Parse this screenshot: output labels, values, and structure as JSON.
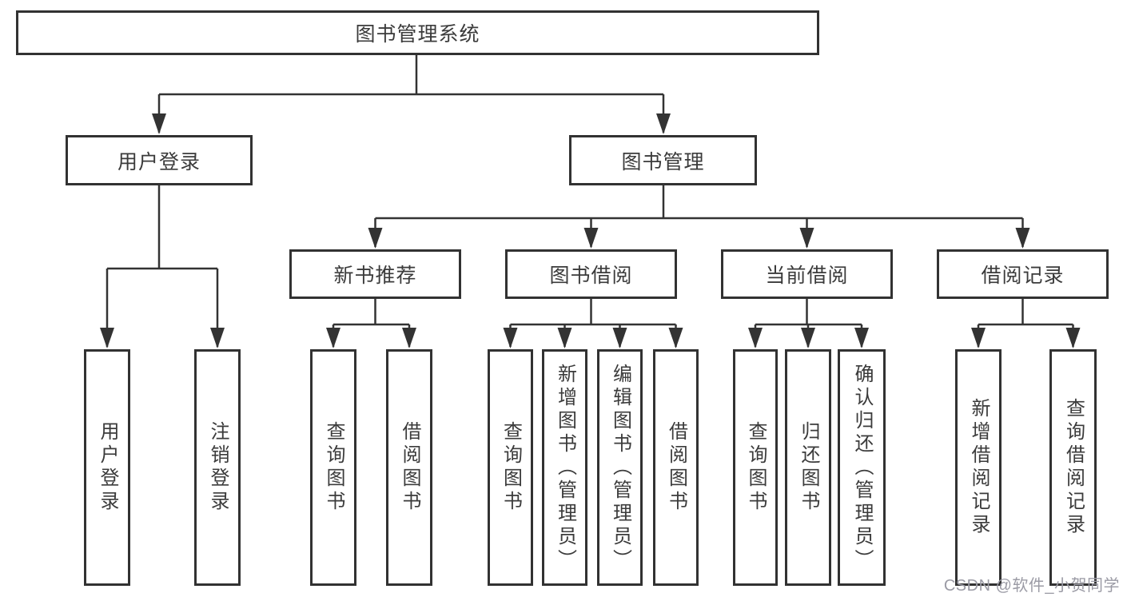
{
  "tree": {
    "label": "图书管理系统",
    "children": [
      {
        "label": "用户登录",
        "children": [
          {
            "label": "用户登录"
          },
          {
            "label": "注销登录"
          }
        ]
      },
      {
        "label": "图书管理",
        "children": [
          {
            "label": "新书推荐",
            "children": [
              {
                "label": "查询图书"
              },
              {
                "label": "借阅图书"
              }
            ]
          },
          {
            "label": "图书借阅",
            "children": [
              {
                "label": "查询图书"
              },
              {
                "label": "新增图书（管理员）"
              },
              {
                "label": "编辑图书（管理员）"
              },
              {
                "label": "借阅图书"
              }
            ]
          },
          {
            "label": "当前借阅",
            "children": [
              {
                "label": "查询图书"
              },
              {
                "label": "归还图书"
              },
              {
                "label": "确认归还（管理员）"
              }
            ]
          },
          {
            "label": "借阅记录",
            "children": [
              {
                "label": "新增借阅记录"
              },
              {
                "label": "查询借阅记录"
              }
            ]
          }
        ]
      }
    ]
  },
  "watermark": "CSDN @软件_小贺同学",
  "colors": {
    "line": "#333333",
    "box_border": "#323232",
    "text": "#3b3b3b",
    "watermark": "#9b9ba5",
    "background": "#ffffff"
  }
}
